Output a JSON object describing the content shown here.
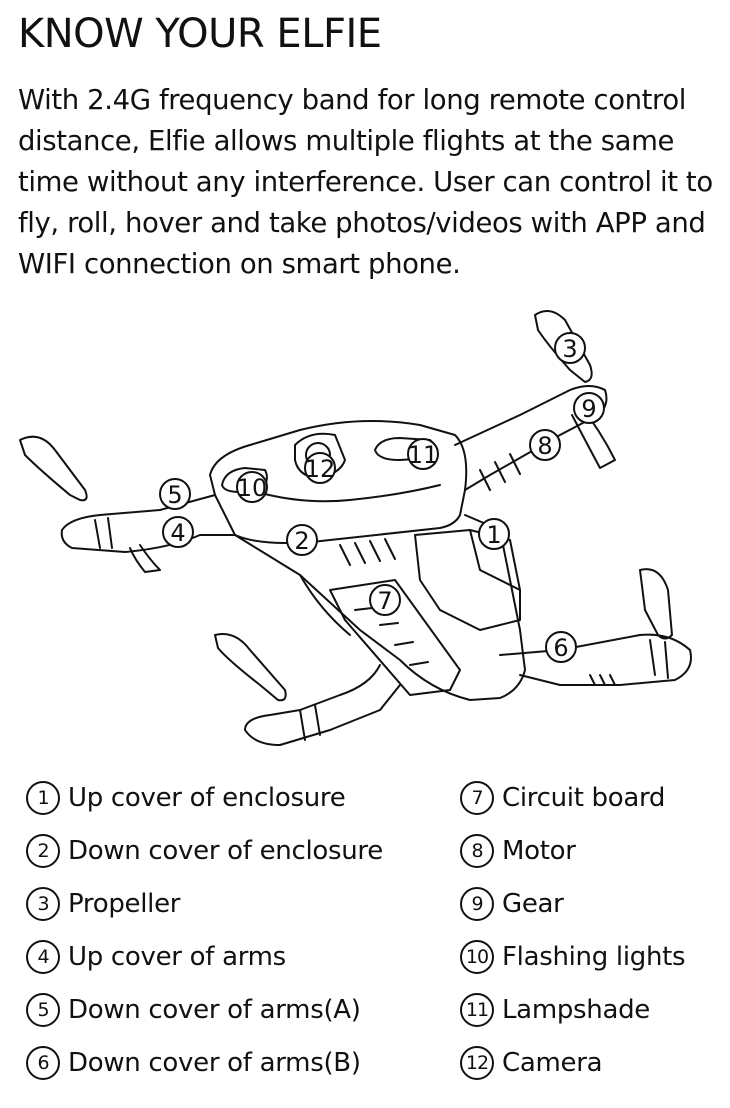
{
  "header": {
    "title": "KNOW YOUR ELFIE",
    "intro": "With 2.4G frequency band for long remote control distance, Elfie allows multiple flights at the same time without any interference. User can control it to fly, roll, hover and take photos/videos with APP and WIFI connection on smart phone."
  },
  "callouts": [
    "1",
    "2",
    "3",
    "4",
    "5",
    "6",
    "7",
    "8",
    "9",
    "10",
    "11",
    "12"
  ],
  "legend": [
    {
      "num": "1",
      "label": "Up cover of enclosure"
    },
    {
      "num": "2",
      "label": "Down cover of enclosure"
    },
    {
      "num": "3",
      "label": "Propeller"
    },
    {
      "num": "4",
      "label": "Up cover of arms"
    },
    {
      "num": "5",
      "label": "Down cover of arms(A)"
    },
    {
      "num": "6",
      "label": "Down cover of arms(B)"
    },
    {
      "num": "7",
      "label": "Circuit board"
    },
    {
      "num": "8",
      "label": "Motor"
    },
    {
      "num": "9",
      "label": "Gear"
    },
    {
      "num": "10",
      "label": "Flashing lights"
    },
    {
      "num": "11",
      "label": "Lampshade"
    },
    {
      "num": "12",
      "label": "Camera"
    }
  ]
}
